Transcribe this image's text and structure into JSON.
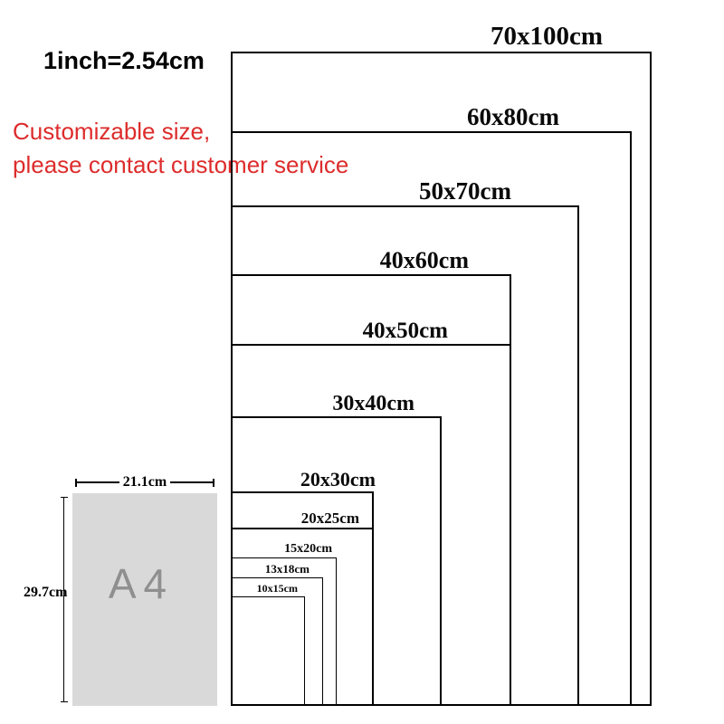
{
  "notes": {
    "inch": "1inch=2.54cm",
    "custom_line1": "Customizable size,",
    "custom_line2": "please contact customer service"
  },
  "colors": {
    "note_red": "#dd2c2c",
    "outline_black": "#000000",
    "a4_fill": "#d9d9d9",
    "a4_text_gray": "#8f8f8f"
  },
  "a4": {
    "label": "A4",
    "width": "21.1cm",
    "height": "29.7cm"
  },
  "sizes": [
    {
      "label": "70x100cm",
      "width_cm": 70,
      "height_cm": 100
    },
    {
      "label": "60x80cm",
      "width_cm": 60,
      "height_cm": 80
    },
    {
      "label": "50x70cm",
      "width_cm": 50,
      "height_cm": 70
    },
    {
      "label": "40x60cm",
      "width_cm": 40,
      "height_cm": 60
    },
    {
      "label": "40x50cm",
      "width_cm": 40,
      "height_cm": 50
    },
    {
      "label": "30x40cm",
      "width_cm": 30,
      "height_cm": 40
    },
    {
      "label": "20x30cm",
      "width_cm": 20,
      "height_cm": 30
    },
    {
      "label": "20x25cm",
      "width_cm": 20,
      "height_cm": 25
    },
    {
      "label": "15x20cm",
      "width_cm": 15,
      "height_cm": 20
    },
    {
      "label": "13x18cm",
      "width_cm": 13,
      "height_cm": 18
    },
    {
      "label": "10x15cm",
      "width_cm": 10,
      "height_cm": 15
    }
  ]
}
